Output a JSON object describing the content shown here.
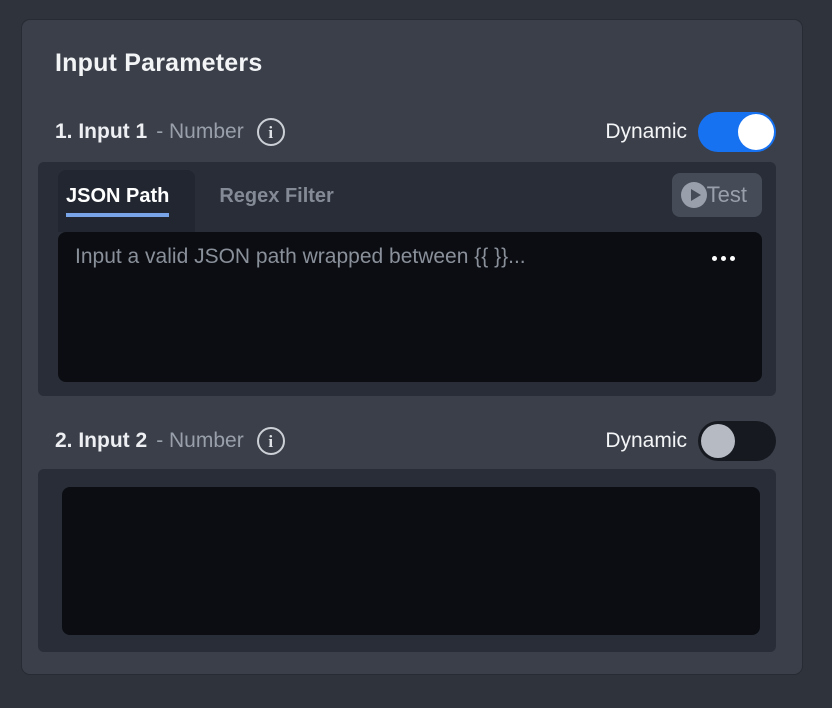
{
  "panel": {
    "title": "Input Parameters"
  },
  "colors": {
    "accent_blue": "#1772f2",
    "tab_underline": "#7aa4e8",
    "panel_bg": "#3a3f49",
    "group_bg": "#282d37",
    "editor_bg": "#0b0d12"
  },
  "icons": {
    "info": "i",
    "play": "play-circle",
    "more": "ellipsis"
  },
  "inputs": [
    {
      "label": "1. Input 1",
      "type_label": "- Number",
      "dynamic_label": "Dynamic",
      "dynamic_state": "on",
      "tabs": [
        {
          "label": "JSON Path",
          "active": true
        },
        {
          "label": "Regex Filter",
          "active": false
        }
      ],
      "test_label": "Test",
      "placeholder": "Input a valid JSON path wrapped between {{ }}...",
      "value": ""
    },
    {
      "label": "2. Input 2",
      "type_label": "- Number",
      "dynamic_label": "Dynamic",
      "dynamic_state": "off",
      "value": ""
    }
  ]
}
